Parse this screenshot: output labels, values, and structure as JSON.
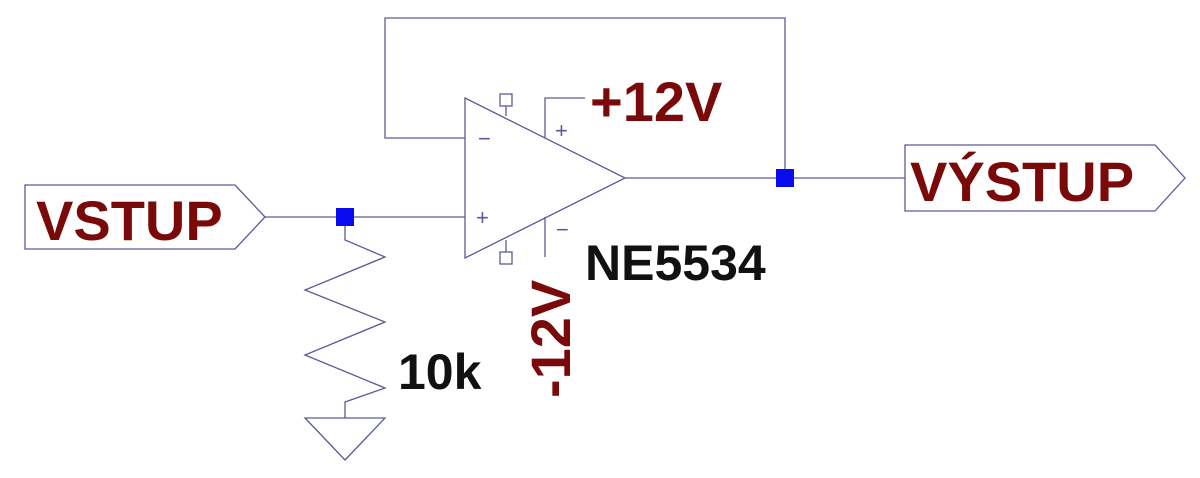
{
  "labels": {
    "input": "VSTUP",
    "output": "VÝSTUP",
    "positive_supply": "+12V",
    "negative_supply": "-12V",
    "opamp_model": "NE5534",
    "resistor_value": "10k"
  },
  "pin_marks": {
    "inverting": "−",
    "non_inverting": "+",
    "vplus": "+",
    "vminus": "−"
  },
  "colors": {
    "wire": "#5a5a9a",
    "net_label": "#7a0a0a",
    "part_text": "#111111",
    "junction": "#0a0aee"
  }
}
